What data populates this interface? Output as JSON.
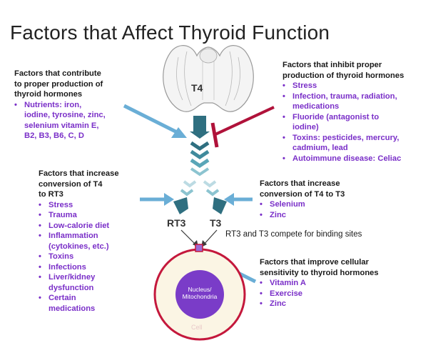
{
  "title": "Factors that Affect Thyroid Function",
  "gland_label": "T4",
  "contribute": {
    "heading": [
      "Factors that contribute",
      "to proper production of",
      "thyroid hormones"
    ],
    "items": [
      "Nutrients: iron,",
      "iodine, tyrosine, zinc,",
      "selenium vitamin E,",
      "B2, B3, B6, C, D"
    ]
  },
  "inhibit": {
    "heading": [
      "Factors that inhibit proper",
      "production of thyroid hormones"
    ],
    "items": [
      "Stress",
      "Infection, trauma, radiation,",
      "medications",
      "Fluoride (antagonist to",
      "iodine)",
      "Toxins: pesticides, mercury,",
      "cadmium, lead",
      "Autoimmune disease: Celiac"
    ]
  },
  "rt3_increase": {
    "heading": [
      "Factors that increase",
      "conversion of T4",
      "to RT3"
    ],
    "items": [
      "Stress",
      "Trauma",
      "Low-calorie diet",
      "Inflammation",
      "(cytokines, etc.)",
      "Toxins",
      "Infections",
      "Liver/kidney",
      "dysfunction",
      "Certain",
      "medications"
    ]
  },
  "t3_increase": {
    "heading": [
      "Factors that increase",
      "conversion of T4 to T3"
    ],
    "items": [
      "Selenium",
      "Zinc"
    ]
  },
  "sensitivity": {
    "heading": [
      "Factors that improve cellular",
      "sensitivity to thyroid hormones"
    ],
    "items": [
      "Vitamin A",
      "Exercise",
      "Zinc"
    ]
  },
  "rt3_label": "RT3",
  "t3_label": "T3",
  "compete_note": "RT3 and T3 compete for binding sites",
  "nucleus_label": [
    "Nucleus/",
    "Mitochondria"
  ],
  "cell_label": "Cell",
  "colors": {
    "arrow_teal": "#2f6f80",
    "arrow_blue": "#6aaed6",
    "inhibit_red": "#b0123a",
    "bullet_purple": "#7a2fc8",
    "cell_ring": "#c4183c",
    "cell_fill": "#fbf5e4",
    "nucleus": "#7a3cc8"
  }
}
